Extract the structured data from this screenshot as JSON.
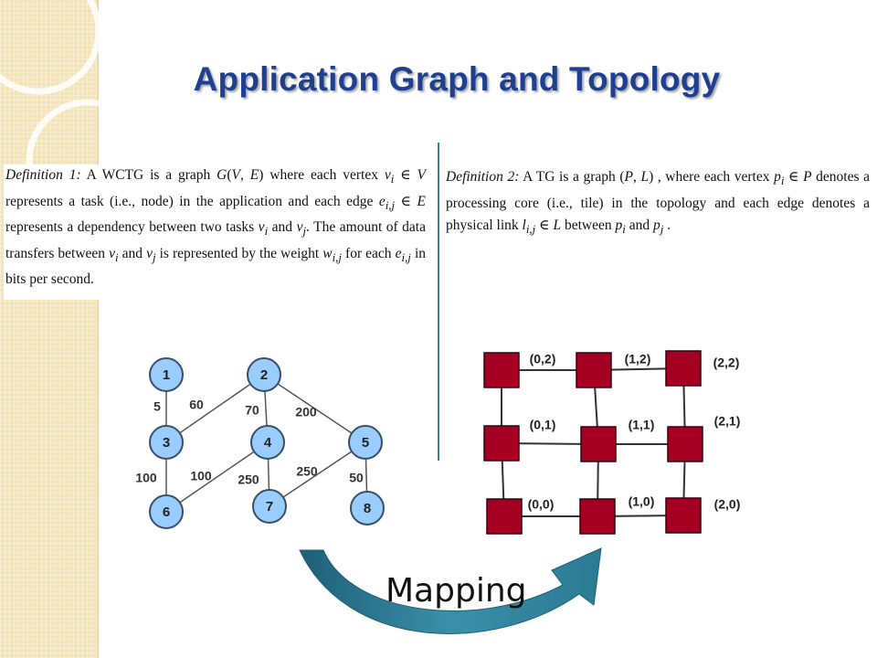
{
  "title": "Application Graph and Topology",
  "definition1": {
    "label": "Definition 1:",
    "text": "A WCTG is a graph G(V, E) where each vertex vi ∈ V represents a task (i.e., node) in the application and each edge ei,j ∈ E represents a dependency between two tasks vi and vj. The amount of data transfers between vi and vj is represented by the weight wi,j for each ei,j in bits per second."
  },
  "definition2": {
    "label": "Definition 2:",
    "text": "A TG is a graph (P, L) , where each vertex pi ∈ P denotes a processing core (i.e., tile) in the topology and each edge denotes a physical link li,j ∈ L between pi and pj ."
  },
  "wctg": {
    "nodes": [
      "1",
      "2",
      "3",
      "4",
      "5",
      "6",
      "7",
      "8"
    ],
    "edges": [
      {
        "from": "1",
        "to": "3",
        "weight": "5"
      },
      {
        "from": "2",
        "to": "3",
        "weight": "60"
      },
      {
        "from": "2",
        "to": "4",
        "weight": "70"
      },
      {
        "from": "2",
        "to": "5",
        "weight": "200"
      },
      {
        "from": "3",
        "to": "6",
        "weight": "100"
      },
      {
        "from": "4",
        "to": "6",
        "weight": "100"
      },
      {
        "from": "4",
        "to": "7",
        "weight": "250"
      },
      {
        "from": "5",
        "to": "7",
        "weight": "250"
      },
      {
        "from": "5",
        "to": "8",
        "weight": "50"
      }
    ],
    "node_color": "#99ccff"
  },
  "topology": {
    "tiles": [
      "(0,2)",
      "(1,2)",
      "(2,2)",
      "(0,1)",
      "(1,1)",
      "(2,1)",
      "(0,0)",
      "(1,0)",
      "(2,0)"
    ],
    "tile_color": "#a50021"
  },
  "mapping": {
    "label": "Mapping",
    "arrow_color": "#2b7a94"
  }
}
